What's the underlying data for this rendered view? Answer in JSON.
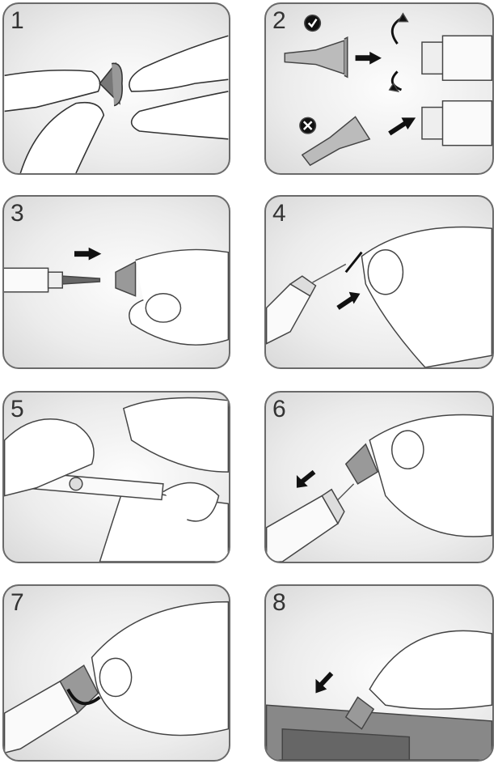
{
  "steps": [
    {
      "number": "1"
    },
    {
      "number": "2"
    },
    {
      "number": "3"
    },
    {
      "number": "4"
    },
    {
      "number": "5"
    },
    {
      "number": "6"
    },
    {
      "number": "7"
    },
    {
      "number": "8"
    }
  ],
  "colors": {
    "border": "#6a6a6a",
    "line": "#333333",
    "needle_cap": "#8a8a8a",
    "arrow": "#111111"
  },
  "icons": {
    "correct": "check-circle-icon",
    "incorrect": "x-circle-icon"
  }
}
